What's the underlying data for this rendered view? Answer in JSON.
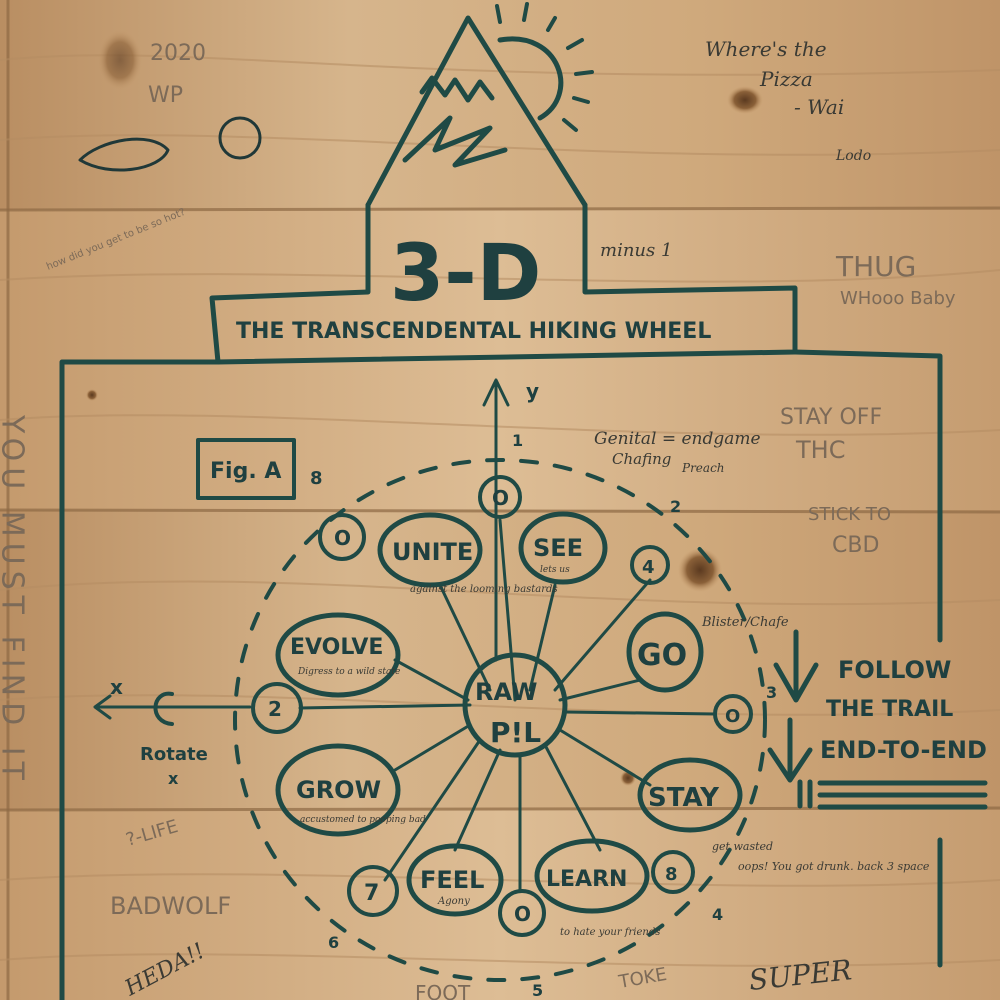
{
  "title": {
    "big": "3-D",
    "minus": "minus 1",
    "banner": "THE TRANSCENDENTAL HIKING WHEEL"
  },
  "figure": {
    "label": "Fig. A",
    "axis_x": "x",
    "axis_y": "y",
    "rotate": "Rotate",
    "rotate_x": "x"
  },
  "hub": {
    "line1": "RAW",
    "line2": "P!L"
  },
  "spokes": {
    "unite": "UNITE",
    "unite_note": "against the looming bastards",
    "see": "SEE",
    "see_note": "lets us",
    "go": "GO",
    "go_note": "Blister/Chafe",
    "stay": "STAY",
    "stay_note": "get wasted",
    "learn": "LEARN",
    "learn_note": "to hate your friends",
    "feel": "FEEL",
    "feel_note": "Agony",
    "grow": "GROW",
    "grow_note": "accustomed to pooping bad",
    "evolve": "EVOLVE",
    "evolve_note": "Digress to a wild state"
  },
  "nodes": {
    "n1": "1",
    "n2": "2",
    "n3": "3",
    "n4": "4",
    "n5": "5",
    "n6": "6",
    "n7": "7",
    "n8": "8",
    "zero": "O"
  },
  "trail": {
    "line1": "FOLLOW",
    "line2": "THE TRAIL",
    "line3": "END-TO-END"
  },
  "oops": "oops! You got drunk. back 3 space",
  "genital": {
    "line1": "Genital = endgame",
    "line2": "Chafing",
    "line3": "Preach"
  },
  "stay_off": {
    "line1": "STAY OFF",
    "line2": "THC",
    "line3": "STICK TO",
    "line4": "CBD"
  },
  "pizza": {
    "line1": "Where's the",
    "line2": "Pizza",
    "line3": "- Wai",
    "line4": "Lodo"
  },
  "graffiti": {
    "year": "2020",
    "tag_left": "WP",
    "pencil_note": "how did you get to be so hot?",
    "thug": "THUG",
    "whoo": "WHooo Baby",
    "vertical": "YOU MUST FIND IT",
    "life": "?-LIFE",
    "badwolf": "BADWOLF",
    "hedai": "HEDA!!",
    "toke": "TOKE",
    "bottom": "FOOT",
    "sign": "SUPER"
  }
}
